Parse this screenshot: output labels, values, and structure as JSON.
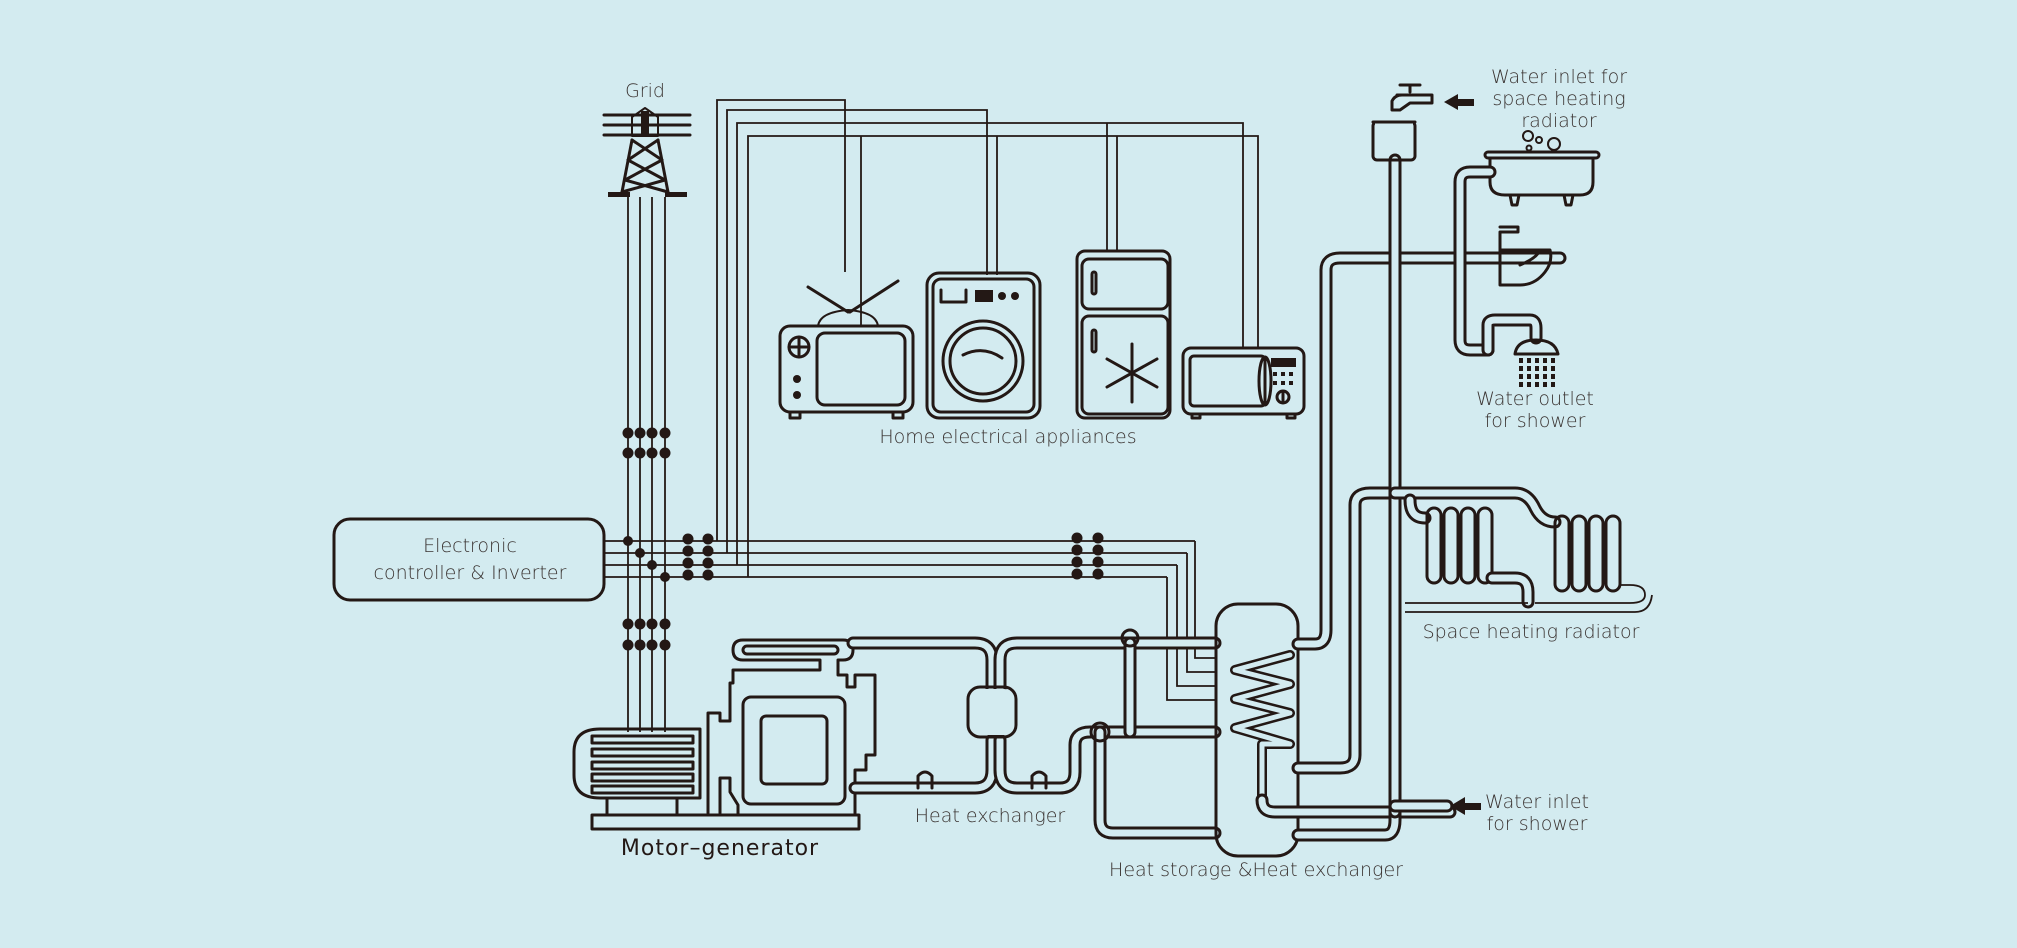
{
  "diagram": {
    "background_color": "#d3ebf0",
    "line_color": "#231815",
    "labels": {
      "grid": "Grid",
      "controller_line1": "Electronic",
      "controller_line2": "controller & Inverter",
      "appliances": "Home electrical appliances",
      "motor_generator": "Motor–generator",
      "heat_exchanger": "Heat exchanger",
      "heat_storage": "Heat storage &Heat exchanger",
      "radiator": "Space heating radiator",
      "water_inlet_radiator_line1": "Water inlet for",
      "water_inlet_radiator_line2": "space heating",
      "water_inlet_radiator_line3": "radiator",
      "water_outlet_shower_line1": "Water outlet",
      "water_outlet_shower_line2": "for shower",
      "water_inlet_shower_line1": "Water inlet",
      "water_inlet_shower_line2": "for shower"
    },
    "components": [
      {
        "id": "grid",
        "icon": "power-tower-icon"
      },
      {
        "id": "controller",
        "icon": "controller-box"
      },
      {
        "id": "tv",
        "icon": "tv-icon"
      },
      {
        "id": "washing-machine",
        "icon": "washing-machine-icon"
      },
      {
        "id": "refrigerator",
        "icon": "refrigerator-icon"
      },
      {
        "id": "microwave",
        "icon": "microwave-icon"
      },
      {
        "id": "motor-generator",
        "icon": "motor-generator-icon"
      },
      {
        "id": "heat-exchanger",
        "icon": "heat-exchanger-icon"
      },
      {
        "id": "heat-storage",
        "icon": "heat-storage-tank-icon"
      },
      {
        "id": "radiator",
        "icon": "radiator-icon"
      },
      {
        "id": "faucet",
        "icon": "faucet-icon"
      },
      {
        "id": "bathtub",
        "icon": "bathtub-icon"
      },
      {
        "id": "sink",
        "icon": "sink-icon"
      },
      {
        "id": "shower",
        "icon": "shower-head-icon"
      }
    ]
  }
}
